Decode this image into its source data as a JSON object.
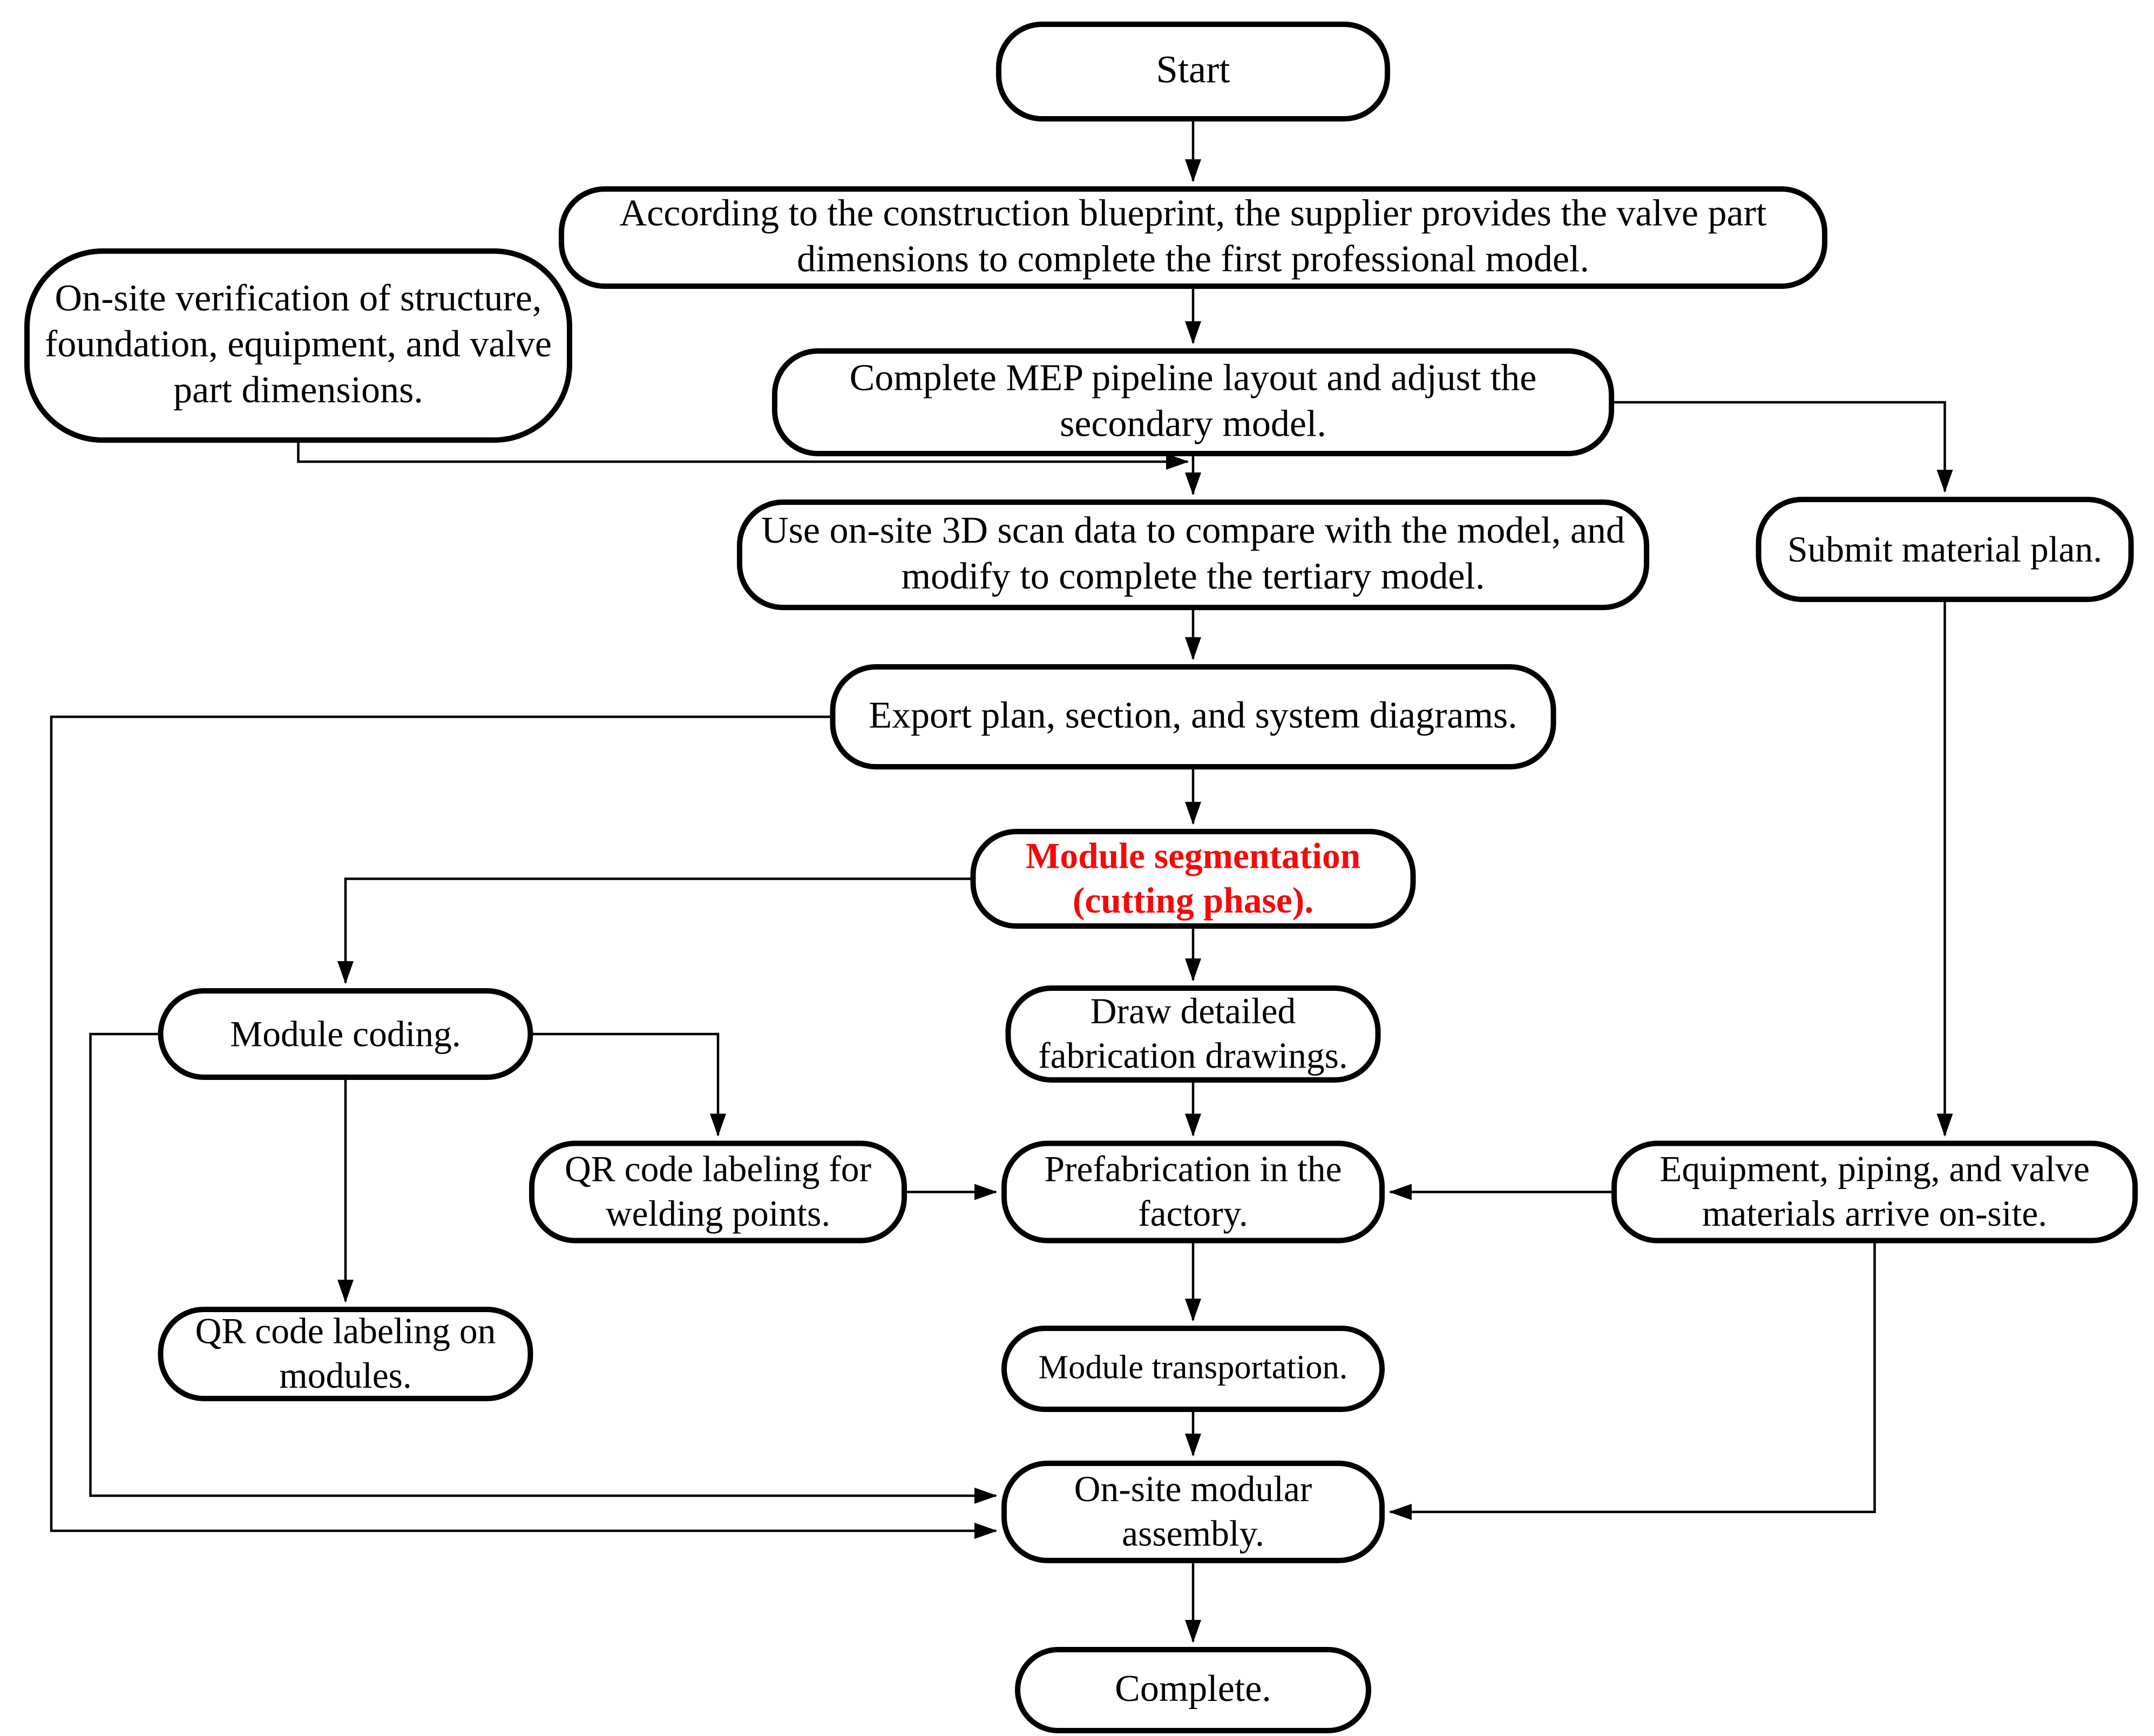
{
  "diagram": {
    "type": "flowchart",
    "background": "#ffffff",
    "line_color": "#000000",
    "node_border_color": "#000000",
    "highlight_text_color": "#f60909",
    "nodes": [
      {
        "id": "start",
        "label": "Start",
        "emphasis": "normal"
      },
      {
        "id": "blueprint-model",
        "label": "According to the construction blueprint, the supplier provides the valve part dimensions to complete the first professional model.",
        "emphasis": "normal"
      },
      {
        "id": "onsite-verification",
        "label": "On-site verification of structure, foundation, equipment, and valve part dimensions.",
        "emphasis": "normal"
      },
      {
        "id": "mep-layout",
        "label": "Complete MEP pipeline layout and adjust the secondary model.",
        "emphasis": "normal"
      },
      {
        "id": "scan-compare",
        "label": "Use on-site 3D scan data to compare with the model, and modify to complete the tertiary model.",
        "emphasis": "normal"
      },
      {
        "id": "submit-material-plan",
        "label": "Submit material plan.",
        "emphasis": "normal"
      },
      {
        "id": "export-diagrams",
        "label": "Export plan, section, and system diagrams.",
        "emphasis": "normal"
      },
      {
        "id": "module-segmentation",
        "label": "Module segmentation (cutting phase).",
        "emphasis": "red-bold"
      },
      {
        "id": "module-coding",
        "label": "Module coding.",
        "emphasis": "normal"
      },
      {
        "id": "fabrication-drawings",
        "label": "Draw detailed fabrication drawings.",
        "emphasis": "normal"
      },
      {
        "id": "qr-welding-points",
        "label": "QR code labeling for welding points.",
        "emphasis": "normal"
      },
      {
        "id": "prefabrication",
        "label": "Prefabrication in the factory.",
        "emphasis": "normal"
      },
      {
        "id": "equipment-arrival",
        "label": "Equipment, piping, and valve materials arrive on-site.",
        "emphasis": "normal"
      },
      {
        "id": "qr-modules",
        "label": "QR code labeling on modules.",
        "emphasis": "normal"
      },
      {
        "id": "module-transportation",
        "label": "Module transportation.",
        "emphasis": "normal"
      },
      {
        "id": "onsite-assembly",
        "label": "On-site modular assembly.",
        "emphasis": "normal"
      },
      {
        "id": "complete",
        "label": "Complete.",
        "emphasis": "normal"
      }
    ],
    "edges": [
      {
        "from": "start",
        "to": "blueprint-model"
      },
      {
        "from": "blueprint-model",
        "to": "mep-layout"
      },
      {
        "from": "mep-layout",
        "to": "scan-compare"
      },
      {
        "from": "onsite-verification",
        "to": "scan-compare"
      },
      {
        "from": "mep-layout",
        "to": "submit-material-plan"
      },
      {
        "from": "submit-material-plan",
        "to": "equipment-arrival"
      },
      {
        "from": "scan-compare",
        "to": "export-diagrams"
      },
      {
        "from": "export-diagrams",
        "to": "module-segmentation"
      },
      {
        "from": "export-diagrams",
        "to": "onsite-assembly"
      },
      {
        "from": "module-segmentation",
        "to": "fabrication-drawings"
      },
      {
        "from": "module-segmentation",
        "to": "module-coding"
      },
      {
        "from": "module-coding",
        "to": "qr-welding-points"
      },
      {
        "from": "module-coding",
        "to": "qr-modules"
      },
      {
        "from": "module-coding",
        "to": "onsite-assembly"
      },
      {
        "from": "fabrication-drawings",
        "to": "prefabrication"
      },
      {
        "from": "qr-welding-points",
        "to": "prefabrication"
      },
      {
        "from": "equipment-arrival",
        "to": "prefabrication"
      },
      {
        "from": "equipment-arrival",
        "to": "onsite-assembly"
      },
      {
        "from": "prefabrication",
        "to": "module-transportation"
      },
      {
        "from": "module-transportation",
        "to": "onsite-assembly"
      },
      {
        "from": "onsite-assembly",
        "to": "complete"
      }
    ]
  }
}
